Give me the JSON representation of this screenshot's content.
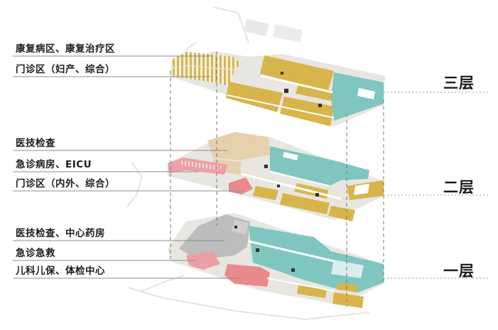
{
  "floors": [
    {
      "level_label": "三层",
      "functions": [
        "康复病区、康复治疗区",
        "门诊区（妇产、综合）"
      ]
    },
    {
      "level_label": "二层",
      "functions": [
        "医技检查",
        "急诊病房、EICU",
        "门诊区（内外、综合）"
      ]
    },
    {
      "level_label": "一层",
      "functions": [
        "医技检查、中心药房",
        "急诊急救",
        "儿科儿保、体检中心"
      ]
    }
  ],
  "colors": {
    "yellow": "#d8b54a",
    "teal": "#7fc6c0",
    "beige": "#e7d0ac",
    "pink": "#eaa0a6",
    "salmon": "#e98989",
    "gray": "#bdbdbd",
    "site": "#e9e9e9",
    "line": "#9a9a9a"
  }
}
